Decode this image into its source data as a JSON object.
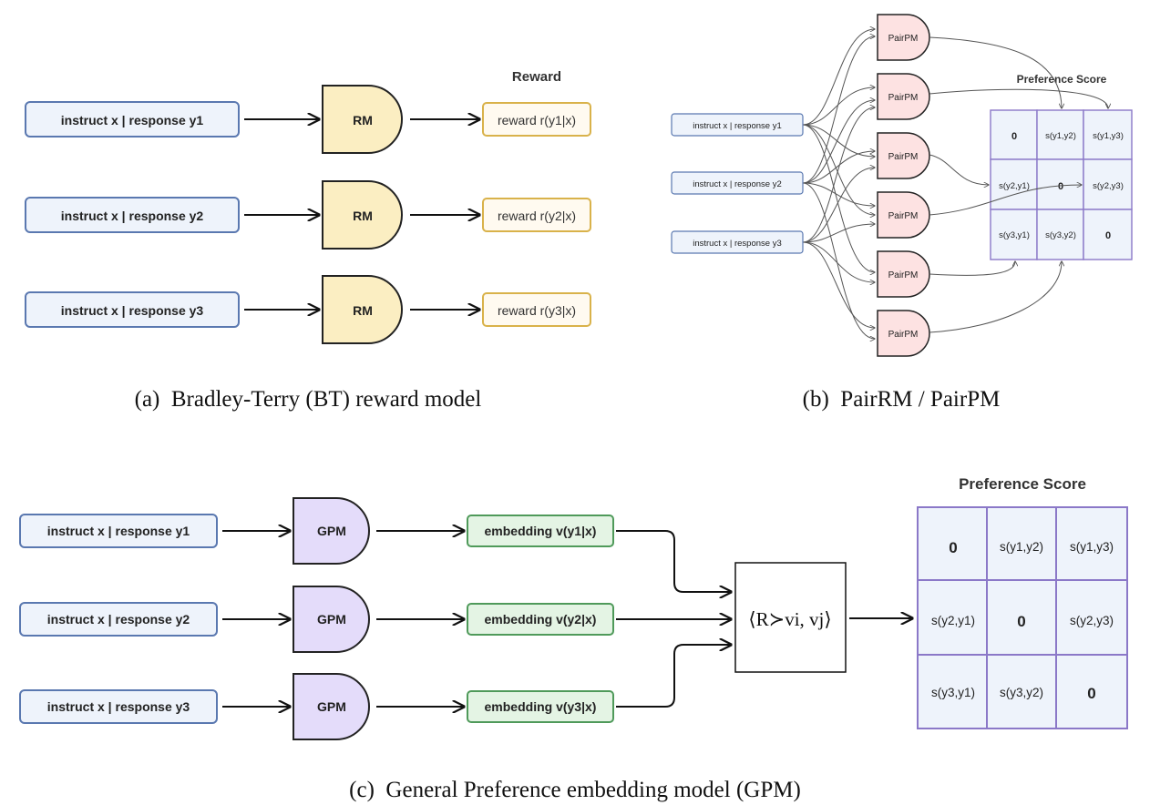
{
  "panel_a": {
    "reward_header": "Reward",
    "inputs": [
      "instruct x | response y1",
      "instruct x | response y2",
      "instruct x | response y3"
    ],
    "model_label": "RM",
    "outputs": [
      "reward r(y1|x)",
      "reward r(y2|x)",
      "reward r(y3|x)"
    ],
    "caption": "(a)  Bradley-Terry (BT) reward model"
  },
  "panel_b": {
    "inputs": [
      "instruct x | response y1",
      "instruct x | response y2",
      "instruct x | response y3"
    ],
    "model_label": "PairPM",
    "matrix_header": "Preference Score",
    "matrix": [
      [
        "0",
        "s(y1,y2)",
        "s(y1,y3)"
      ],
      [
        "s(y2,y1)",
        "0",
        "s(y2,y3)"
      ],
      [
        "s(y3,y1)",
        "s(y3,y2)",
        "0"
      ]
    ],
    "caption": "(b)  PairRM / PairPM"
  },
  "panel_c": {
    "inputs": [
      "instruct x | response y1",
      "instruct x | response y2",
      "instruct x | response y3"
    ],
    "model_label": "GPM",
    "embeddings": [
      "embedding v(y1|x)",
      "embedding v(y2|x)",
      "embedding v(y3|x)"
    ],
    "operator": "⟨R≻vi, vj⟩",
    "matrix_header": "Preference Score",
    "matrix": [
      [
        "0",
        "s(y1,y2)",
        "s(y1,y3)"
      ],
      [
        "s(y2,y1)",
        "0",
        "s(y2,y3)"
      ],
      [
        "s(y3,y1)",
        "s(y3,y2)",
        "0"
      ]
    ],
    "caption": "(c)  General Preference embedding model (GPM)"
  }
}
